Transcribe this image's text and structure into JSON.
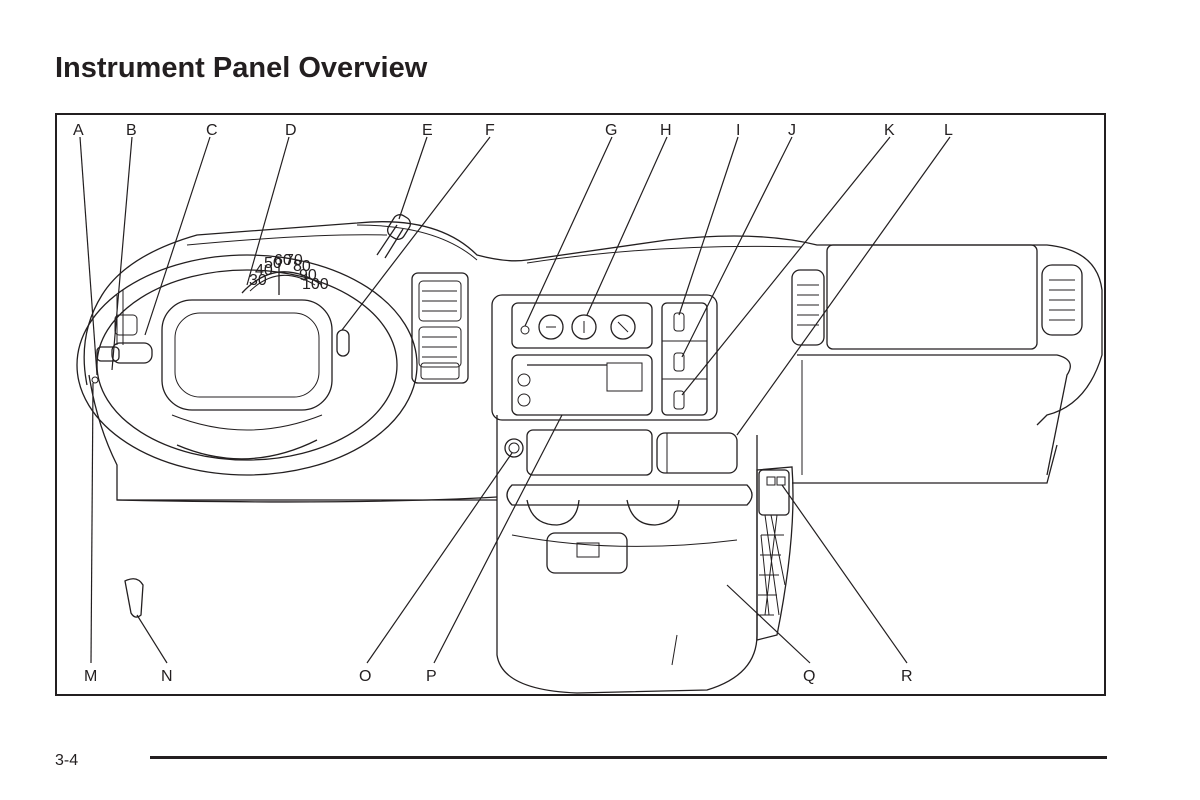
{
  "page": {
    "title": "Instrument Panel Overview",
    "page_number": "3-4"
  },
  "figure": {
    "callouts_top": [
      "A",
      "B",
      "C",
      "D",
      "E",
      "F",
      "G",
      "H",
      "I",
      "J",
      "K",
      "L"
    ],
    "callouts_bottom": [
      "M",
      "N",
      "O",
      "P",
      "Q",
      "R"
    ],
    "speedometer_ticks": [
      "30",
      "40",
      "50",
      "60",
      "70",
      "80",
      "90",
      "100"
    ]
  }
}
